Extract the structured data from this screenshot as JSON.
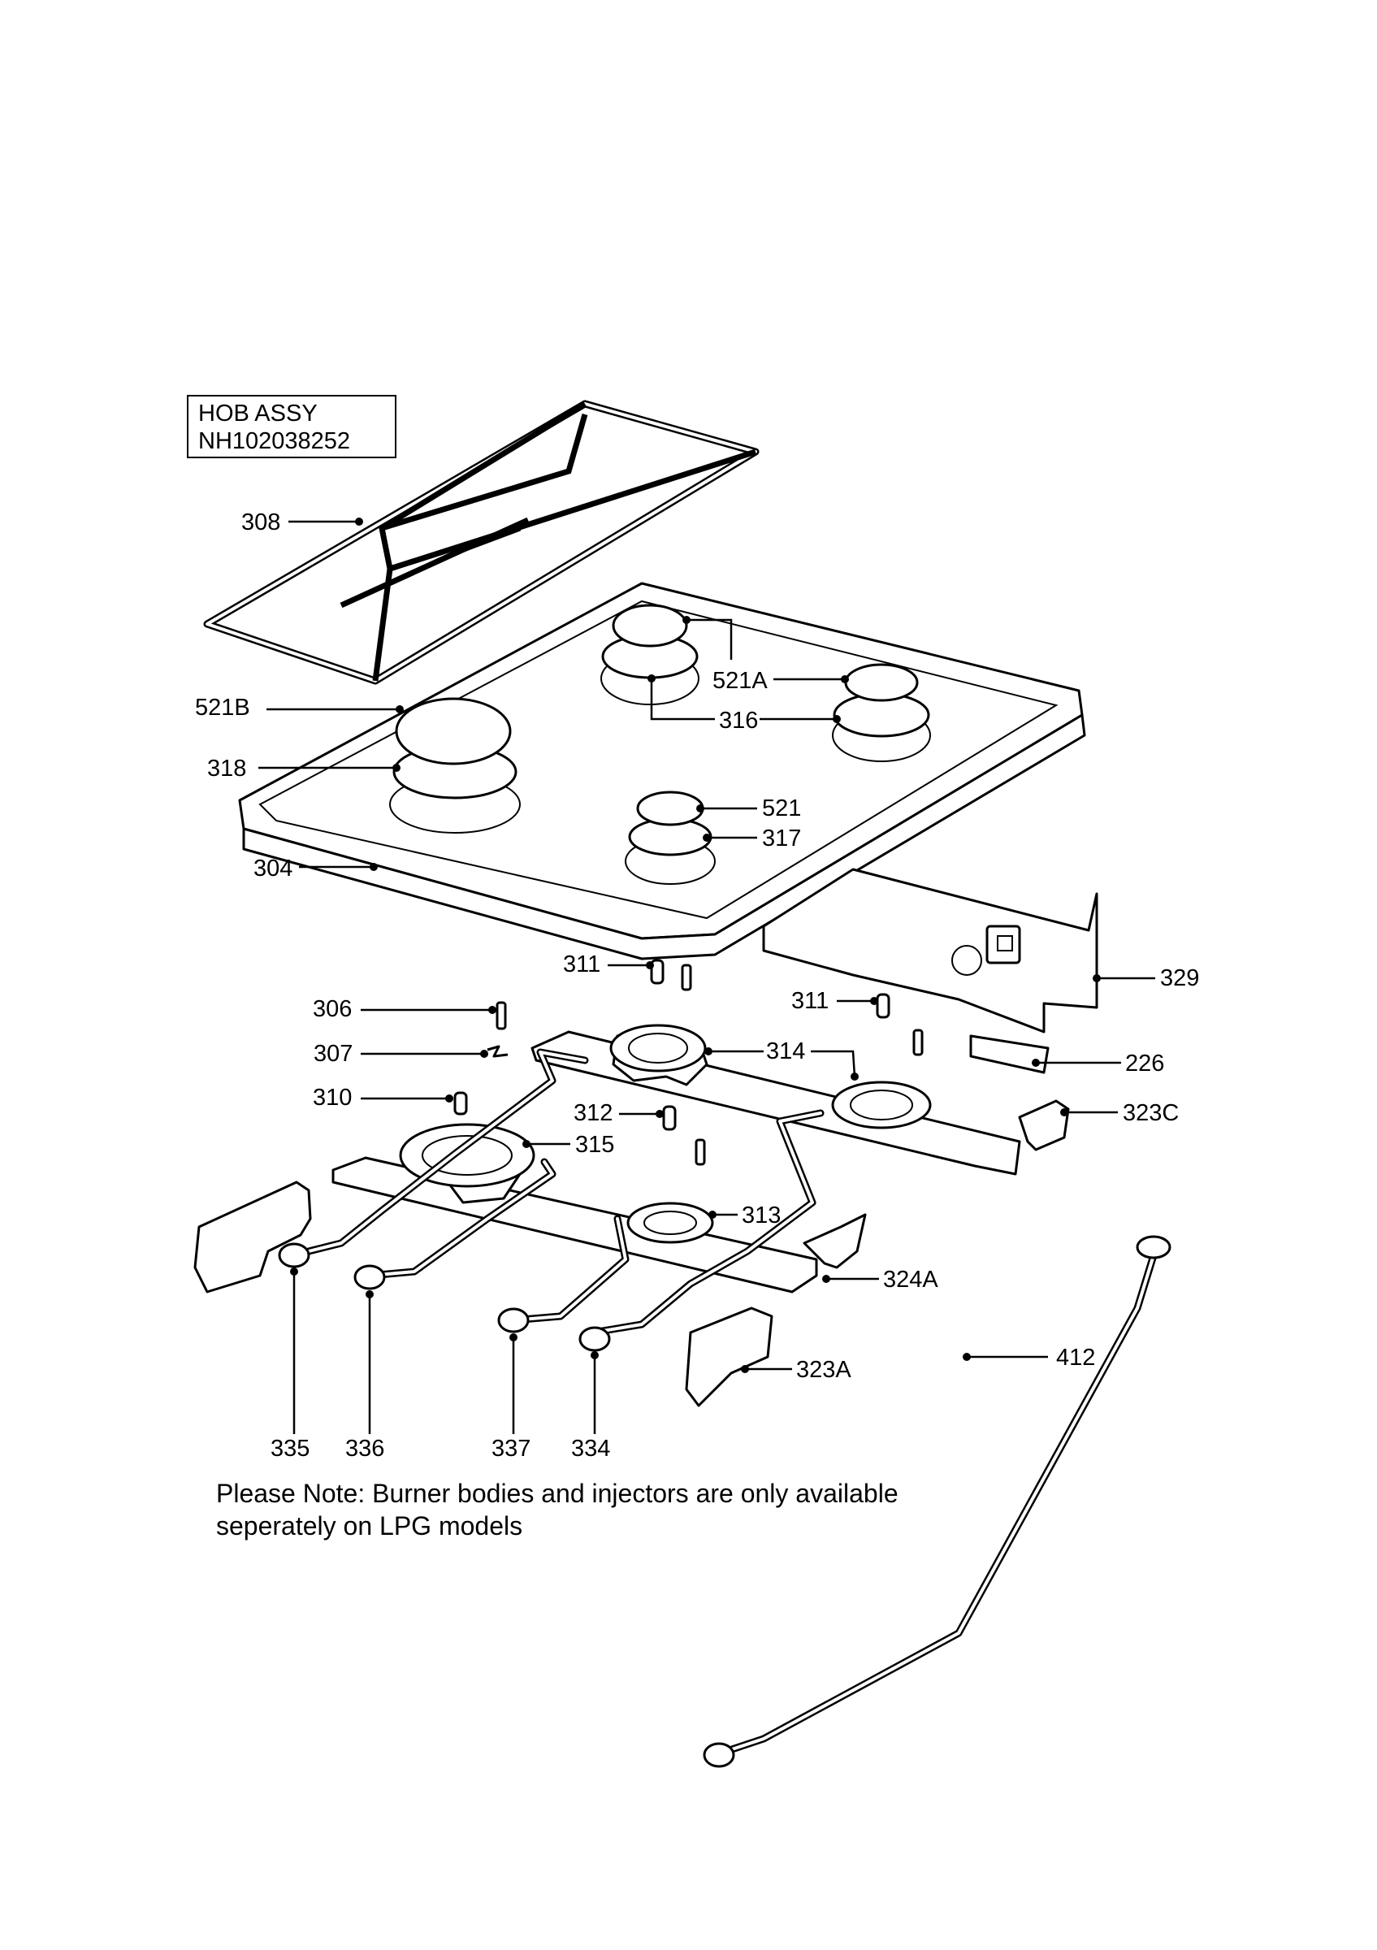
{
  "title_box": {
    "line1": "HOB ASSY",
    "line2": "NH102038252"
  },
  "note": {
    "line1": "Please Note: Burner bodies and injectors are only available",
    "line2": "seperately on LPG models"
  },
  "callouts": [
    {
      "id": "308",
      "label": "308"
    },
    {
      "id": "521A",
      "label": "521A"
    },
    {
      "id": "316",
      "label": "316"
    },
    {
      "id": "521B",
      "label": "521B"
    },
    {
      "id": "318",
      "label": "318"
    },
    {
      "id": "521",
      "label": "521"
    },
    {
      "id": "317",
      "label": "317"
    },
    {
      "id": "304",
      "label": "304"
    },
    {
      "id": "329",
      "label": "329"
    },
    {
      "id": "311a",
      "label": "311"
    },
    {
      "id": "311b",
      "label": "311"
    },
    {
      "id": "306",
      "label": "306"
    },
    {
      "id": "307",
      "label": "307"
    },
    {
      "id": "314",
      "label": "314"
    },
    {
      "id": "226",
      "label": "226"
    },
    {
      "id": "310",
      "label": "310"
    },
    {
      "id": "312",
      "label": "312"
    },
    {
      "id": "323C",
      "label": "323C"
    },
    {
      "id": "315",
      "label": "315"
    },
    {
      "id": "313",
      "label": "313"
    },
    {
      "id": "324A",
      "label": "324A"
    },
    {
      "id": "412",
      "label": "412"
    },
    {
      "id": "323A",
      "label": "323A"
    },
    {
      "id": "335",
      "label": "335"
    },
    {
      "id": "336",
      "label": "336"
    },
    {
      "id": "337",
      "label": "337"
    },
    {
      "id": "334",
      "label": "334"
    }
  ]
}
